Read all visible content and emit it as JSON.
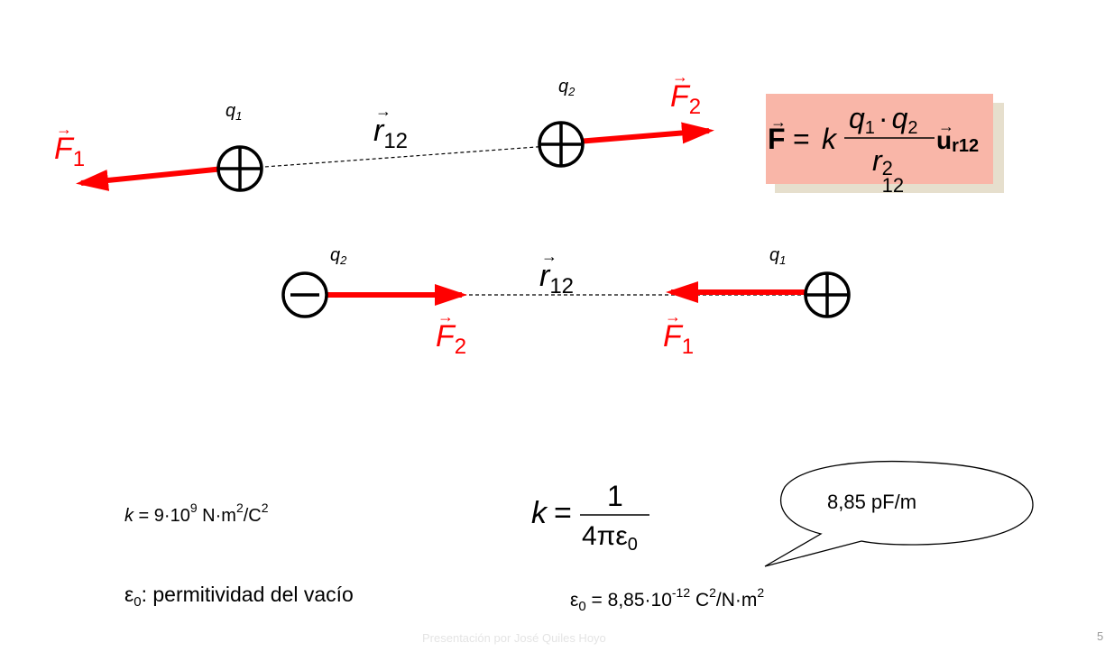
{
  "top": {
    "q1_label": "q",
    "q1_sub": "1",
    "q2_label": "q",
    "q2_sub": "2",
    "r_label": "r",
    "r_sub": "12",
    "f1_label": "F",
    "f1_sub": "1",
    "f2_label": "F",
    "f2_sub": "2"
  },
  "bottom": {
    "q1_label": "q",
    "q1_sub": "1",
    "q2_label": "q",
    "q2_sub": "2",
    "r_label": "r",
    "r_sub": "12",
    "f1_label": "F",
    "f1_sub": "1",
    "f2_label": "F",
    "f2_sub": "2"
  },
  "formula": {
    "F": "F",
    "eq": "=",
    "k": "k",
    "q1": "q",
    "q1_sub": "1",
    "dot": "·",
    "q2": "q",
    "q2_sub": "2",
    "r": "r",
    "r_sub": "12",
    "r_sup": "2",
    "u": "u",
    "u_sub": "r12"
  },
  "constants": {
    "k_text_prefix": "k",
    "k_text_eq": " = 9·10",
    "k_text_exp": "9",
    "k_text_units_a": " N·m",
    "k_text_units_sup": "2",
    "k_text_units_b": "/C",
    "k_text_units_sup2": "2",
    "k_formula_k": "k",
    "k_formula_eq": "=",
    "k_formula_num": "1",
    "k_formula_den": "4πε",
    "k_formula_den_sub": "0",
    "eps_symbol": "ε",
    "eps_sub": "0",
    "eps_label": ": permitividad del vacío",
    "eps_value_eq": " = 8,85·10",
    "eps_value_exp": "-12",
    "eps_value_units_a": " C",
    "eps_value_units_sup": "2",
    "eps_value_units_b": "/N·m",
    "eps_value_units_sup2": "2"
  },
  "callout": {
    "text": "8,85 pF/m"
  },
  "footer": {
    "credit": "Presentación por José Quiles Hoyo",
    "page": "5"
  },
  "colors": {
    "force": "#ff0000",
    "formula_box": "#f9b6a8",
    "formula_shadow": "#e6dfcd"
  }
}
